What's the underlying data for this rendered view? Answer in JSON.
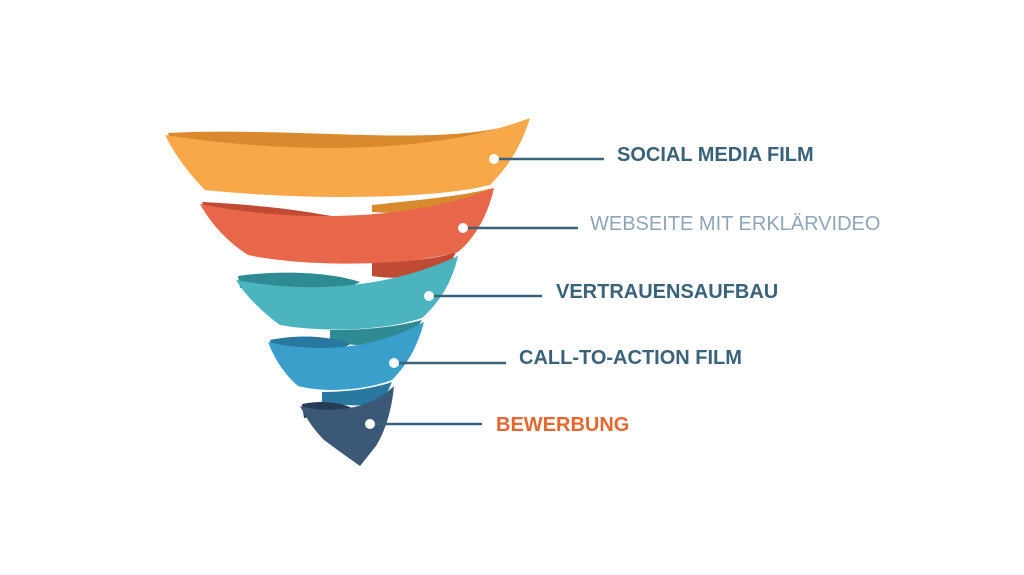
{
  "funnel": {
    "stages": [
      {
        "label": "SOCIAL MEDIA FILM",
        "color": "#F8A849",
        "shade": "#D98A2E",
        "text_color": "#3A6279",
        "weight": "bold"
      },
      {
        "label": "WEBSEITE MIT ERKLÄRVIDEO",
        "color": "#E8664A",
        "shade": "#C04A33",
        "text_color": "#8EA6B5",
        "weight": "normal"
      },
      {
        "label": "VERTRAUENSAUFBAU",
        "color": "#4BB4BE",
        "shade": "#2E8A93",
        "text_color": "#3A6279",
        "weight": "bold"
      },
      {
        "label": "CALL-TO-ACTION FILM",
        "color": "#3A9FCB",
        "shade": "#2978A0",
        "text_color": "#3A6279",
        "weight": "bold"
      },
      {
        "label": "BEWERBUNG",
        "color": "#3B5877",
        "shade": "#263C55",
        "text_color": "#E8672F",
        "weight": "bold"
      }
    ],
    "connector_color": "#3A6279"
  }
}
